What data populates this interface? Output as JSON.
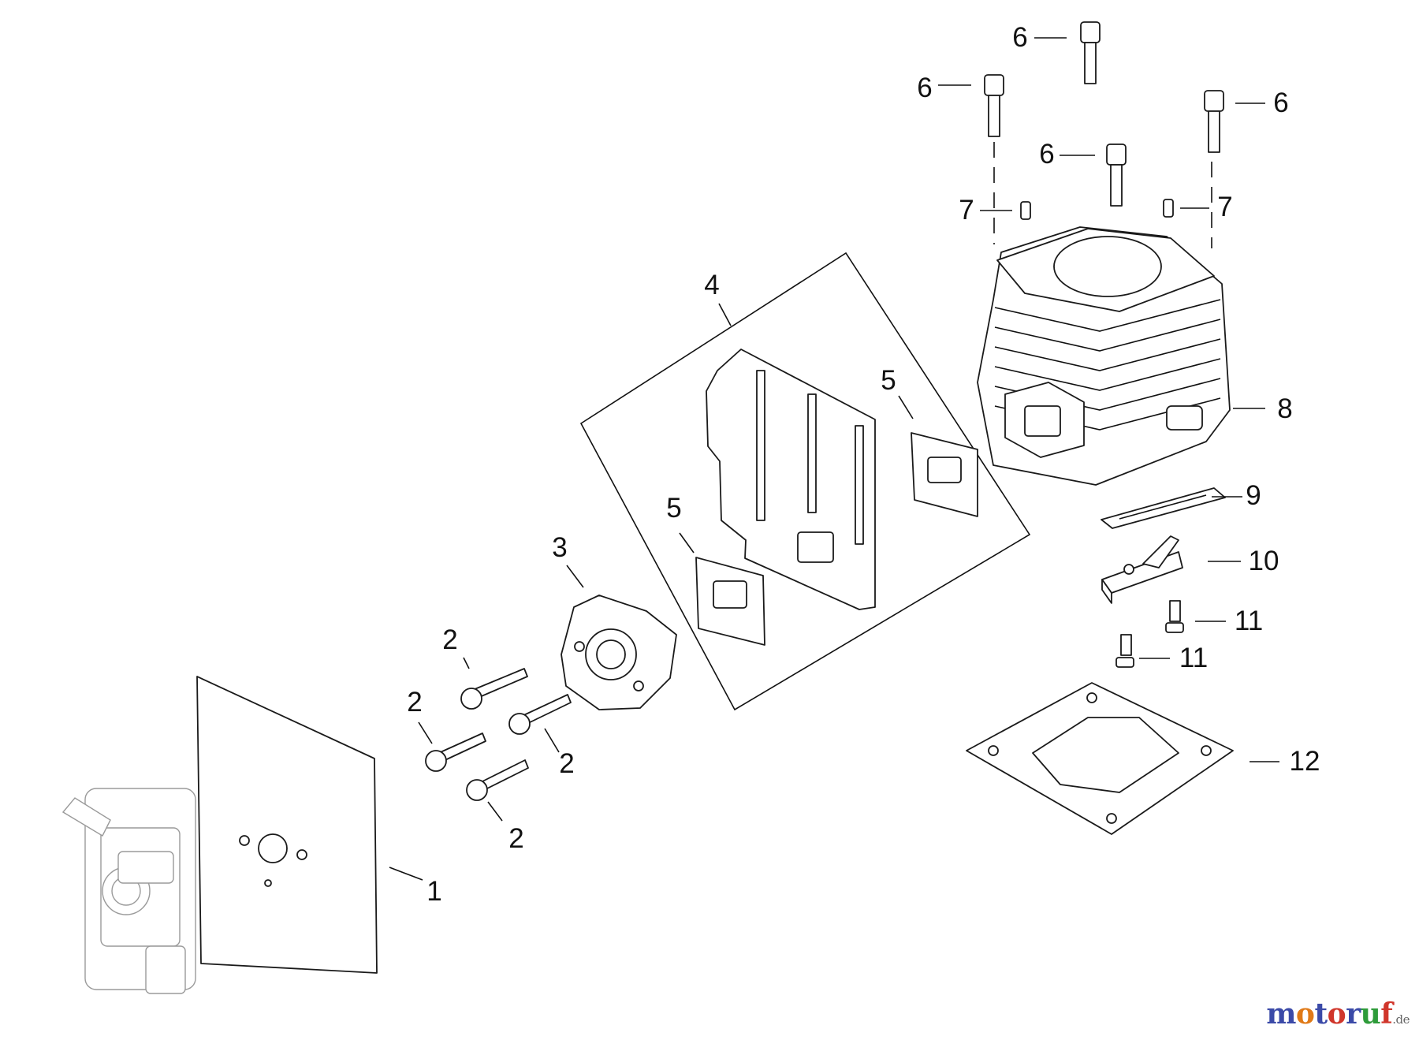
{
  "callouts": {
    "c1": "1",
    "c2a": "2",
    "c2b": "2",
    "c2c": "2",
    "c2d": "2",
    "c3": "3",
    "c4": "4",
    "c5a": "5",
    "c5b": "5",
    "c6a": "6",
    "c6b": "6",
    "c6c": "6",
    "c6d": "6",
    "c7a": "7",
    "c7b": "7",
    "c8": "8",
    "c9": "9",
    "c10": "10",
    "c11a": "11",
    "c11b": "11",
    "c12": "12"
  },
  "watermark": {
    "text": "motoruf",
    "suffix": ".de",
    "colors": [
      "#3b4aa8",
      "#e07a18",
      "#3b4aa8",
      "#d0362b",
      "#3b4aa8",
      "#2e9b3a",
      "#d0362b"
    ]
  }
}
